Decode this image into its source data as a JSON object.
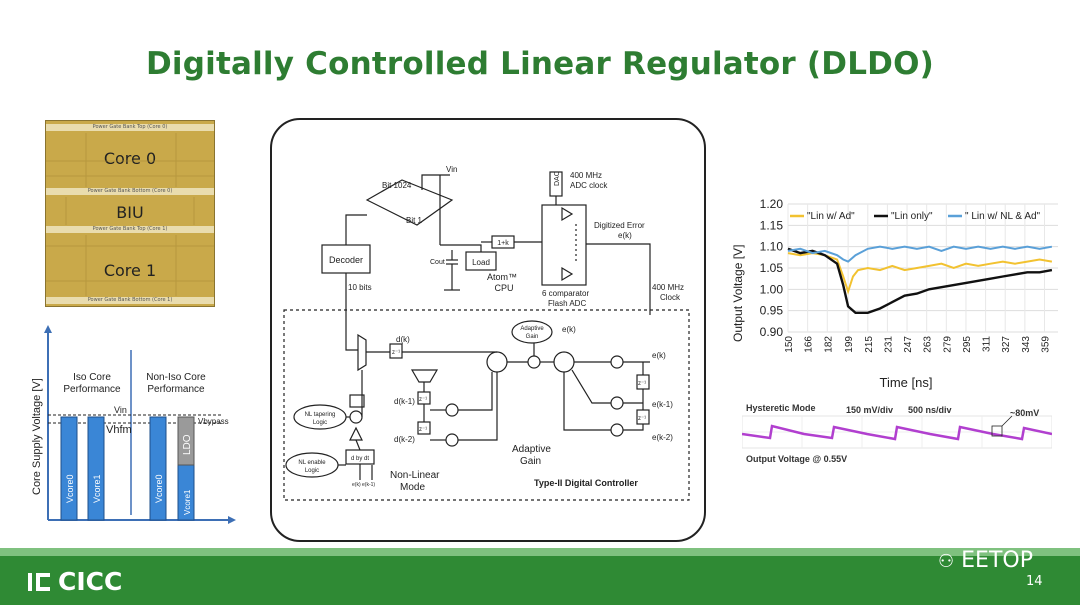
{
  "slide": {
    "title": "Digitally Controlled Linear Regulator (DLDO)",
    "page_number": "14",
    "footer_logo": "CICC",
    "watermark": "EETOP"
  },
  "die_photo": {
    "strip_top": "Power Gate Bank Top (Core 0)",
    "strip_mid1": "Power Gate Bank Bottom (Core 0)",
    "strip_mid2": "Power Gate Bank Top (Core 1)",
    "strip_bottom": "Power Gate Bank Bottom (Core 1)",
    "core0": "Core 0",
    "biu": "BIU",
    "core1": "Core 1"
  },
  "voltage_diagram": {
    "ylabel": "Core Supply Voltage [V]",
    "iso_label_1": "Iso Core",
    "iso_label_2": "Performance",
    "noniso_label_1": "Non-Iso Core",
    "noniso_label_2": "Performance",
    "vin": "Vin",
    "vbypass": "Vbypass",
    "vhfm": "Vhfm",
    "ldo": "LDO",
    "vcore0": "Vcore0",
    "vcore1": "Vcore1"
  },
  "block_diagram": {
    "decoder": "Decoder",
    "bit1024": "Bit 1024",
    "bit1": "Bit 1",
    "vin": "Vin",
    "bits": "10 bits",
    "cout": "Cout",
    "load": "Load",
    "atom": "Atom™",
    "cpu": "CPU",
    "one_k": "1+k",
    "dac": "DAC",
    "adc_clock_1": "400 MHz",
    "adc_clock_2": "ADC clock",
    "digitized_error": "Digitized Error",
    "ek": "e(k)",
    "comparator_1": "6 comparator",
    "comparator_2": "Flash ADC",
    "clock_1": "400 MHz",
    "clock_2": "Clock",
    "adaptive_gain_box_1": "Adaptive",
    "adaptive_gain_box_2": "Gain",
    "ek_top": "e(k)",
    "dk": "d(k)",
    "dk1": "d(k-1)",
    "dk2": "d(k-2)",
    "ek_r": "e(k)",
    "ek1_r": "e(k-1)",
    "ek2_r": "e(k-2)",
    "nl_tapering_1": "NL tapering",
    "nl_tapering_2": "Logic",
    "nl_enable_1": "NL enable",
    "nl_enable_2": "Logic",
    "d_by_dt": "d by dt",
    "ek_ek1": "e(k) e(k-1)",
    "adaptive_gain_1": "Adaptive",
    "adaptive_gain_2": "Gain",
    "non_linear_1": "Non-Linear",
    "non_linear_2": "Mode",
    "controller": "Type-II Digital Controller",
    "zinv": "z⁻¹"
  },
  "chart_data": {
    "type": "line",
    "title": "",
    "xlabel": "Time [ns]",
    "ylabel": "Output Voltage [V]",
    "ylim": [
      0.9,
      1.2
    ],
    "xlim": [
      150,
      370
    ],
    "yticks": [
      "1.20",
      "1.15",
      "1.10",
      "1.05",
      "1.00",
      "0.95",
      "0.90"
    ],
    "xticks": [
      "150",
      "166",
      "182",
      "199",
      "215",
      "231",
      "247",
      "263",
      "279",
      "295",
      "311",
      "327",
      "343",
      "359"
    ],
    "legend_placement": "top",
    "series": [
      {
        "name": "\"Lin w/ Ad\"",
        "color": "#f2c230",
        "x": [
          150,
          160,
          170,
          180,
          190,
          195,
          199,
          203,
          207,
          215,
          225,
          235,
          245,
          255,
          265,
          275,
          285,
          295,
          305,
          315,
          325,
          335,
          345,
          355,
          365
        ],
        "y": [
          1.085,
          1.08,
          1.085,
          1.08,
          1.07,
          1.03,
          0.995,
          1.03,
          1.045,
          1.05,
          1.045,
          1.055,
          1.045,
          1.05,
          1.055,
          1.06,
          1.05,
          1.06,
          1.055,
          1.06,
          1.065,
          1.06,
          1.065,
          1.07,
          1.065
        ]
      },
      {
        "name": "\"Lin only\"",
        "color": "#111111",
        "x": [
          150,
          160,
          170,
          180,
          190,
          195,
          199,
          205,
          215,
          225,
          235,
          245,
          255,
          265,
          275,
          285,
          295,
          305,
          315,
          325,
          335,
          345,
          355,
          365
        ],
        "y": [
          1.095,
          1.085,
          1.09,
          1.08,
          1.06,
          1.01,
          0.96,
          0.945,
          0.945,
          0.955,
          0.97,
          0.985,
          0.99,
          1.0,
          1.005,
          1.01,
          1.015,
          1.02,
          1.025,
          1.03,
          1.035,
          1.04,
          1.04,
          1.045
        ]
      },
      {
        "name": "\" Lin w/ NL & Ad\"",
        "color": "#5aa0d8",
        "x": [
          150,
          160,
          170,
          180,
          190,
          195,
          199,
          205,
          215,
          225,
          235,
          245,
          255,
          265,
          275,
          285,
          295,
          305,
          315,
          325,
          335,
          345,
          355,
          365
        ],
        "y": [
          1.09,
          1.095,
          1.085,
          1.09,
          1.08,
          1.07,
          1.065,
          1.08,
          1.095,
          1.1,
          1.095,
          1.1,
          1.095,
          1.1,
          1.09,
          1.1,
          1.095,
          1.1,
          1.095,
          1.1,
          1.095,
          1.1,
          1.095,
          1.1
        ]
      }
    ]
  },
  "scope": {
    "mode": "Hysteretic Mode",
    "vdiv": "150 mV/div",
    "tdiv": "500 ns/div",
    "ripple": "~80mV",
    "output": "Output Voltage @ 0.55V"
  }
}
